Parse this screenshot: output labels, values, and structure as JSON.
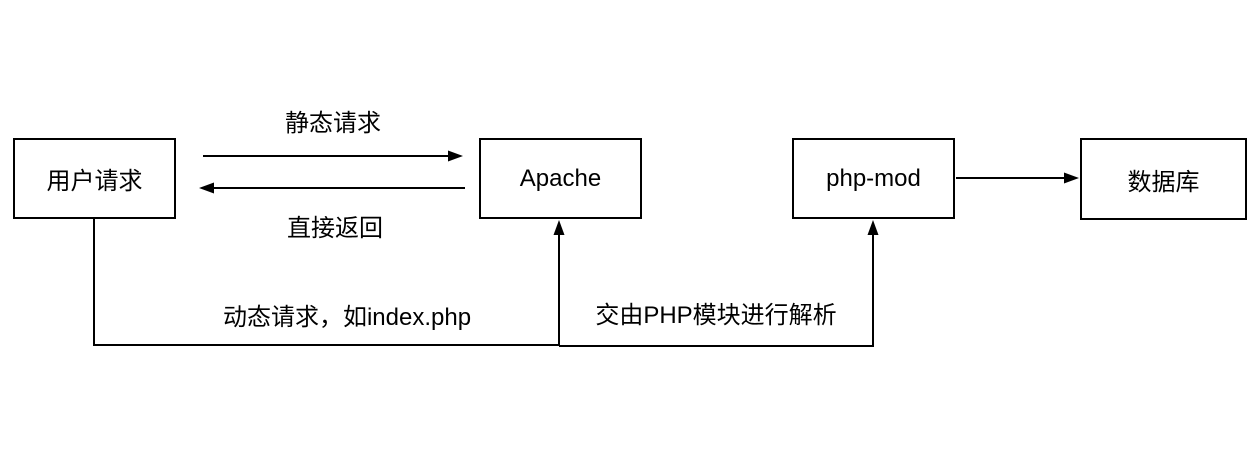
{
  "diagram": {
    "background_color": "#ffffff",
    "line_color": "#000000",
    "text_color": "#000000",
    "nodes": [
      {
        "id": "user-request",
        "label": "用户请求"
      },
      {
        "id": "apache",
        "label": "Apache"
      },
      {
        "id": "php-mod",
        "label": "php-mod"
      },
      {
        "id": "database",
        "label": "数据库"
      }
    ],
    "edges": [
      {
        "id": "static-request",
        "from": "user-request",
        "to": "apache",
        "label": "静态请求",
        "direction": "right"
      },
      {
        "id": "direct-return",
        "from": "apache",
        "to": "user-request",
        "label": "直接返回",
        "direction": "left"
      },
      {
        "id": "dynamic-request",
        "from": "user-request",
        "to": "apache",
        "label": "动态请求，如index.php",
        "direction": "elbow-up"
      },
      {
        "id": "php-parse",
        "from": "apache",
        "to": "php-mod",
        "label": "交由PHP模块进行解析",
        "direction": "elbow-up"
      },
      {
        "id": "php-to-db",
        "from": "php-mod",
        "to": "database",
        "label": "",
        "direction": "right"
      }
    ]
  }
}
